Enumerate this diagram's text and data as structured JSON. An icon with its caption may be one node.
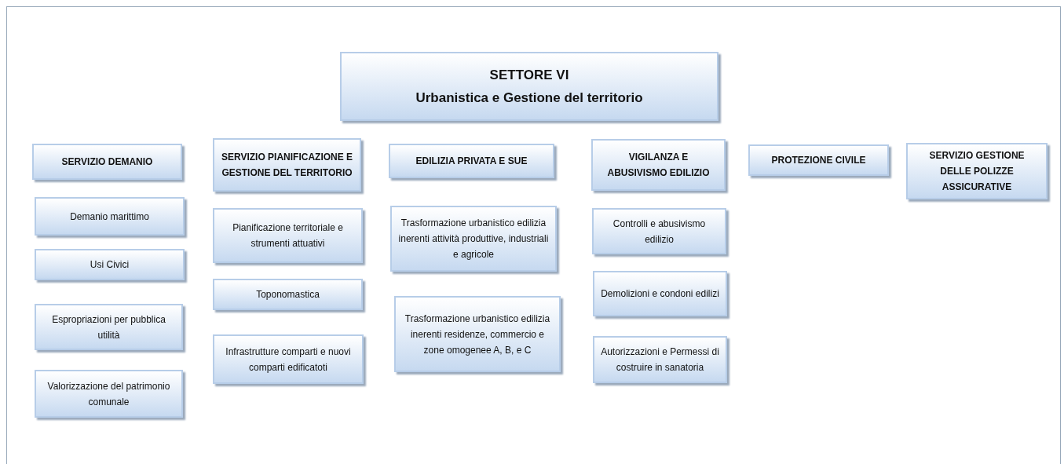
{
  "diagram": {
    "nodes": [
      {
        "text": [
          "SETTORE VI",
          "Urbanistica e Gestione del territorio"
        ]
      },
      {
        "text": [
          "SERVIZIO DEMANIO"
        ]
      },
      {
        "text": [
          "Demanio marittimo"
        ]
      },
      {
        "text": [
          "Usi Civici"
        ]
      },
      {
        "text": [
          "Espropriazioni per pubblica utilità"
        ]
      },
      {
        "text": [
          "Valorizzazione del patrimonio comunale"
        ]
      },
      {
        "text": [
          "SERVIZIO PIANIFICAZIONE E GESTIONE DEL TERRITORIO"
        ]
      },
      {
        "text": [
          "Pianificazione territoriale e strumenti attuativi"
        ]
      },
      {
        "text": [
          "Toponomastica"
        ]
      },
      {
        "text": [
          "Infrastrutture comparti e nuovi comparti edificatoti"
        ]
      },
      {
        "text": [
          "EDILIZIA PRIVATA E SUE"
        ]
      },
      {
        "text": [
          "Trasformazione urbanistico edilizia inerenti attività produttive, industriali e agricole"
        ]
      },
      {
        "text": [
          "Trasformazione urbanistico edilizia inerenti residenze, commercio e zone omogenee A, B, e C"
        ]
      },
      {
        "text": [
          "VIGILANZA E ABUSIVISMO EDILIZIO"
        ]
      },
      {
        "text": [
          "Controlli e abusivismo edilizio"
        ]
      },
      {
        "text": [
          "Demolizioni e condoni edilizi"
        ]
      },
      {
        "text": [
          "Autorizzazioni e Permessi di costruire in sanatoria"
        ]
      },
      {
        "text": [
          "PROTEZIONE CIVILE"
        ]
      },
      {
        "text": [
          "SERVIZIO GESTIONE DELLE POLIZZE ASSICURATIVE"
        ]
      }
    ]
  }
}
